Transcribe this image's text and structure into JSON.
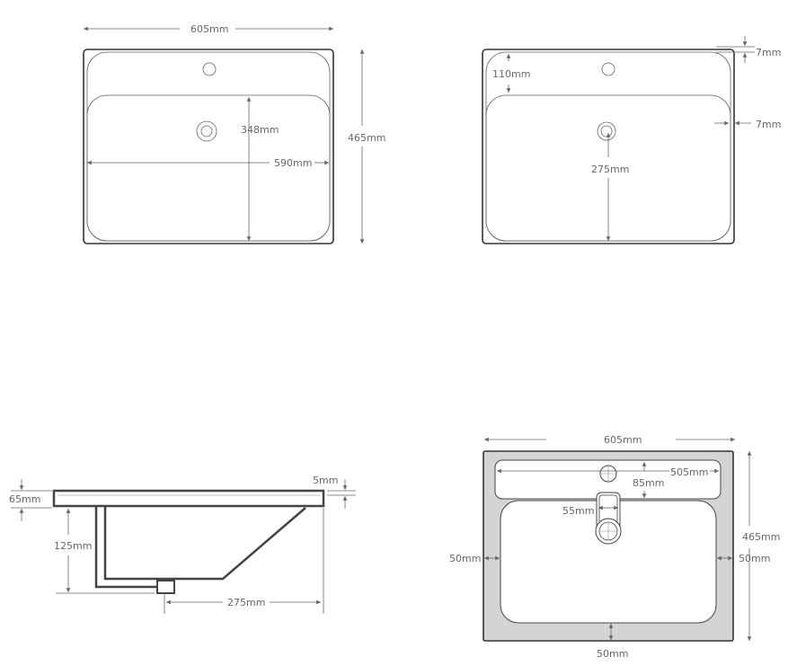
{
  "top_view": {
    "width": "605mm",
    "height": "465mm",
    "inner_depth": "348mm",
    "inner_width": "590mm"
  },
  "top_view_2": {
    "tap_offset": "110mm",
    "rim_top": "7mm",
    "rim_side": "7mm",
    "drain_offset": "275mm"
  },
  "side_view": {
    "slab": "65mm",
    "edge": "5mm",
    "bowl_depth": "125mm",
    "drain_distance": "275mm"
  },
  "plan_view": {
    "width": "605mm",
    "height": "465mm",
    "deck_width": "505mm",
    "deck_depth": "85mm",
    "slot_width": "55mm",
    "margin_left": "50mm",
    "margin_right": "50mm",
    "margin_bottom": "50mm"
  },
  "colors": {
    "line": "#333333",
    "dim": "#666666",
    "fill": "#d4d4d4"
  }
}
